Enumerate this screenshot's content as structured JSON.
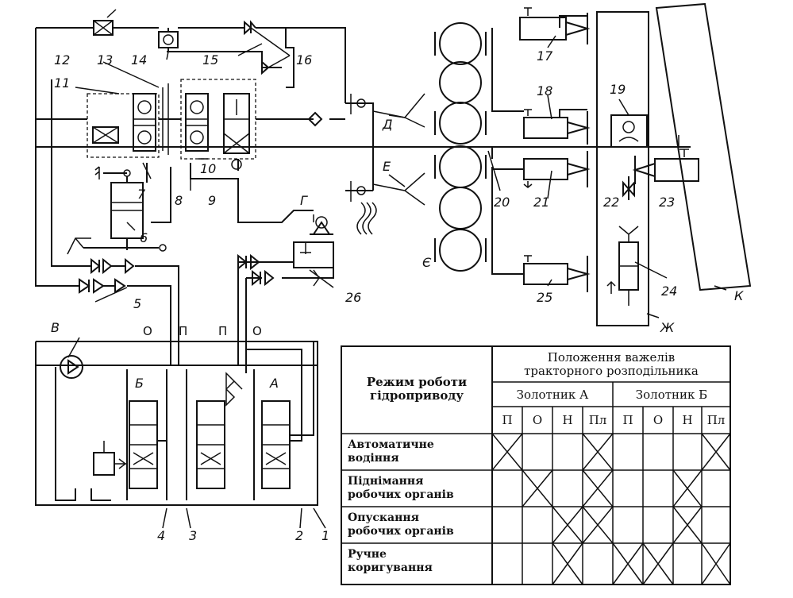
{
  "labels": {
    "n1": "1",
    "n2": "2",
    "n3": "3",
    "n4": "4",
    "n5": "5",
    "n6": "6",
    "n7": "7",
    "n8": "8",
    "n9": "9",
    "n10": "10",
    "n11": "11",
    "n12": "12",
    "n13": "13",
    "n14": "14",
    "n15": "15",
    "n16": "16",
    "n17": "17",
    "n18": "18",
    "n19": "19",
    "n20": "20",
    "n21": "21",
    "n22": "22",
    "n23": "23",
    "n24": "24",
    "n25": "25",
    "n26": "26",
    "B": "В",
    "G": "Г",
    "D": "Д",
    "E": "Е",
    "Ye": "Є",
    "Zh": "Ж",
    "K": "К",
    "A": "А",
    "Bv": "Б",
    "O1": "О",
    "P1": "П",
    "P2": "П",
    "O2": "О"
  },
  "table": {
    "header_mode": [
      "Режим роботи",
      "гідроприводу"
    ],
    "header_positions": [
      "Положення важелів",
      "тракторного розподільника"
    ],
    "spool_a": "Золотник  А",
    "spool_b": "Золотник  Б",
    "columns": [
      "П",
      "О",
      "Н",
      "Пл",
      "П",
      "О",
      "Н",
      "Пл"
    ],
    "rows": [
      {
        "label": [
          "Автоматичне",
          "водіння"
        ],
        "marks": [
          1,
          0,
          0,
          1,
          0,
          0,
          0,
          1
        ]
      },
      {
        "label": [
          "Піднімання",
          "робочих органів"
        ],
        "marks": [
          0,
          1,
          0,
          1,
          0,
          0,
          1,
          0
        ]
      },
      {
        "label": [
          "Опускання",
          "робочих органів"
        ],
        "marks": [
          0,
          0,
          1,
          1,
          0,
          0,
          1,
          0
        ]
      },
      {
        "label": [
          "Ручне",
          "коригування"
        ],
        "marks": [
          0,
          0,
          1,
          0,
          1,
          1,
          0,
          1
        ]
      }
    ]
  }
}
